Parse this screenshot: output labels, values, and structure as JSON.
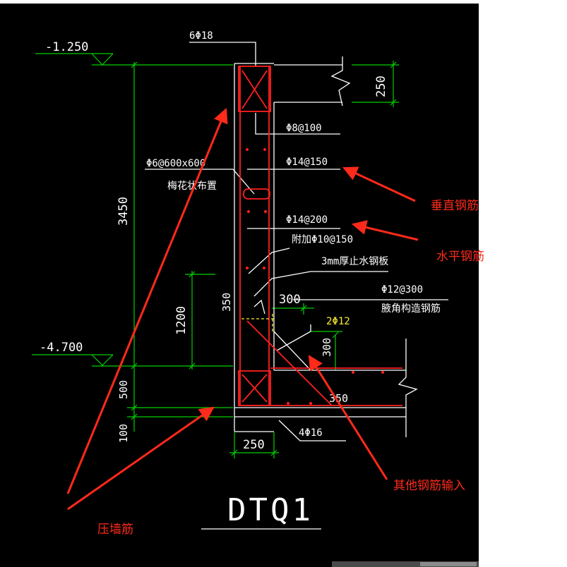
{
  "drawing_title": "DTQ1",
  "elevations": {
    "top": "-1.250",
    "bottom": "-4.700"
  },
  "dimensions": {
    "total_height": "3450",
    "lower_1200": "1200",
    "dim_350_left": "350",
    "dim_500": "500",
    "dim_100": "100",
    "dim_250_bottom": "250",
    "dim_250_right": "250",
    "dim_300_top": "300",
    "dim_300_side": "300",
    "dim_350_right": "350"
  },
  "rebar_labels": {
    "top_bars": "6Φ18",
    "stirrup": "Φ8@100",
    "tie_bars_line1": "Φ6@600x600",
    "tie_bars_line2": "梅花状布置",
    "vertical": "Φ14@150",
    "horizontal_line1": "Φ14@200",
    "horizontal_line2": "附加Φ10@150",
    "waterstop": "3mm厚止水钢板",
    "haunch_line1": "Φ12@300",
    "haunch_line2": "腋角构造钢筋",
    "haunch_bars": "2Φ12",
    "bottom_bars": "4Φ16"
  },
  "annotations": {
    "vertical_rebar": "垂直钢筋",
    "horizontal_rebar": "水平钢筋",
    "other_rebar_input": "其他钢筋输入",
    "wall_press_rebar": "压墙筋"
  },
  "colors": {
    "background": "#000000",
    "dimension": "#00d000",
    "rebar": "#ff2020",
    "linework": "#ffffff",
    "highlight": "#ffee33",
    "annotation": "#ff2a1a"
  }
}
